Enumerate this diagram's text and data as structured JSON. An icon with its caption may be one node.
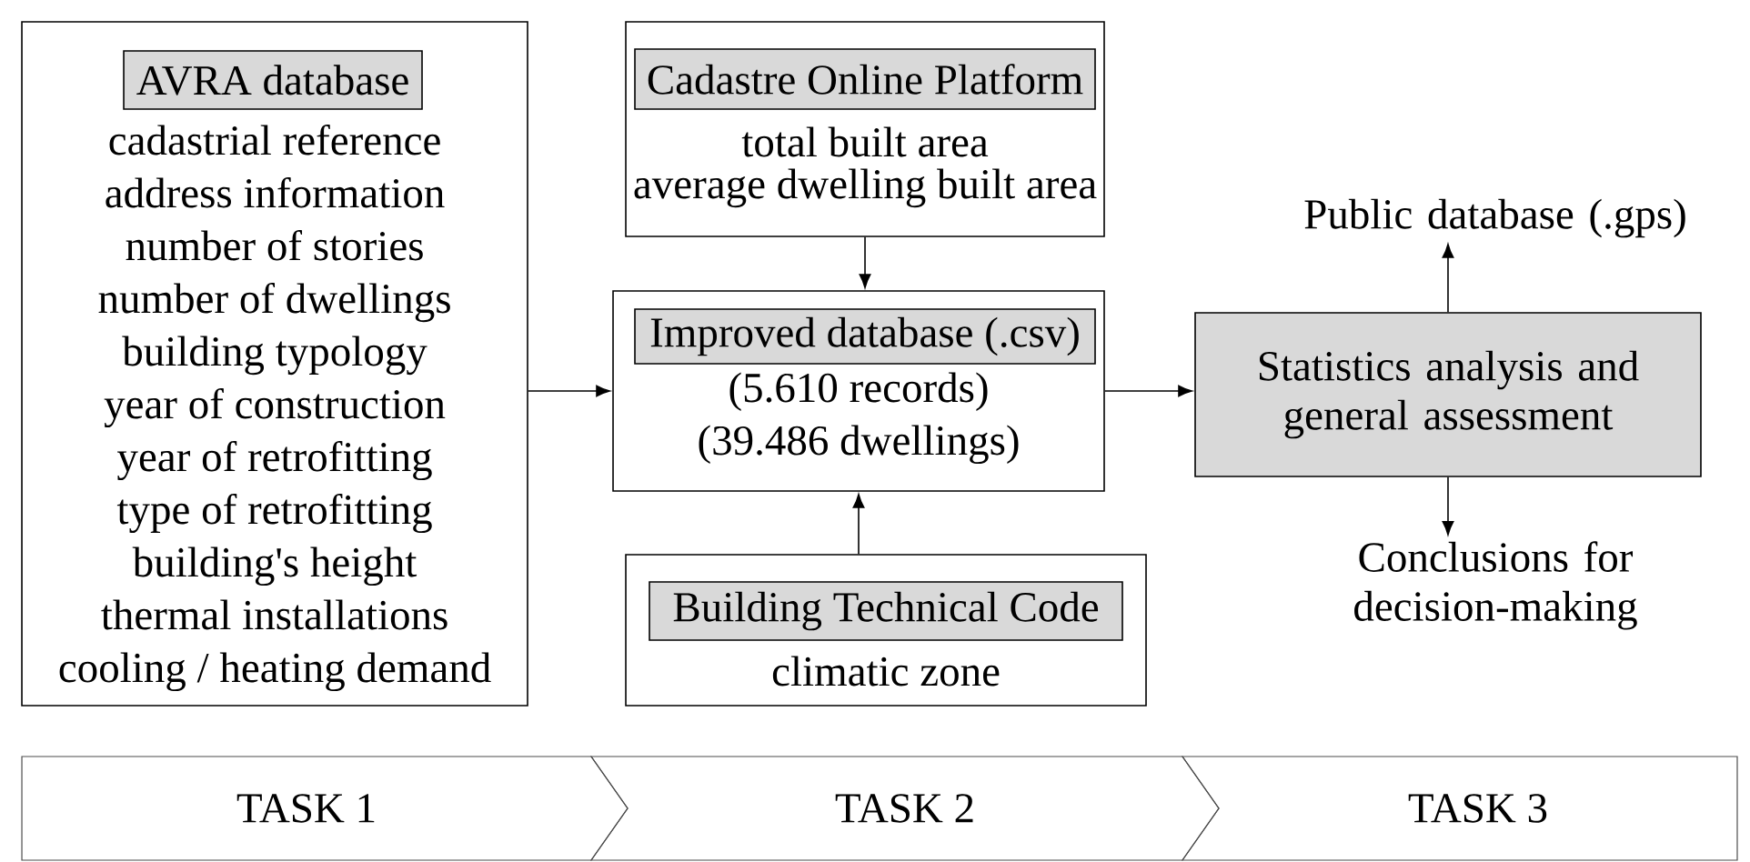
{
  "diagram": {
    "nodes": [
      {
        "text": [
          "AVRA database",
          "cadastrial reference",
          "address information",
          "number of stories",
          "number of dwellings",
          "building typology",
          "year of construction",
          "year of retrofitting",
          "type of retrofitting",
          "building's height",
          "thermal installations",
          "cooling / heating demand"
        ]
      },
      {
        "text": [
          "Cadastre Online Platform",
          "total built area",
          "average dwelling built area"
        ]
      },
      {
        "text": [
          "Improved database (.csv)",
          "(5.610 records)",
          "(39.486 dwellings)"
        ]
      },
      {
        "text": [
          "Building Technical Code",
          "climatic zone"
        ]
      },
      {
        "text": [
          "Statistics analysis and general assessment"
        ]
      },
      {
        "text": [
          "Public database (.gps)"
        ]
      },
      {
        "text": [
          "Conclusions for decision-making"
        ]
      },
      {
        "text": [
          "TASK 1"
        ]
      },
      {
        "text": [
          "TASK 2"
        ]
      },
      {
        "text": [
          "TASK 3"
        ]
      }
    ],
    "edges": [
      {
        "from": 0,
        "to": 2,
        "arrow": "to"
      },
      {
        "from": 1,
        "to": 2,
        "arrow": "to"
      },
      {
        "from": 3,
        "to": 2,
        "arrow": "to"
      },
      {
        "from": 2,
        "to": 4,
        "arrow": "to"
      },
      {
        "from": 4,
        "to": 5,
        "arrow": "to"
      },
      {
        "from": 4,
        "to": 6,
        "arrow": "to"
      }
    ]
  }
}
